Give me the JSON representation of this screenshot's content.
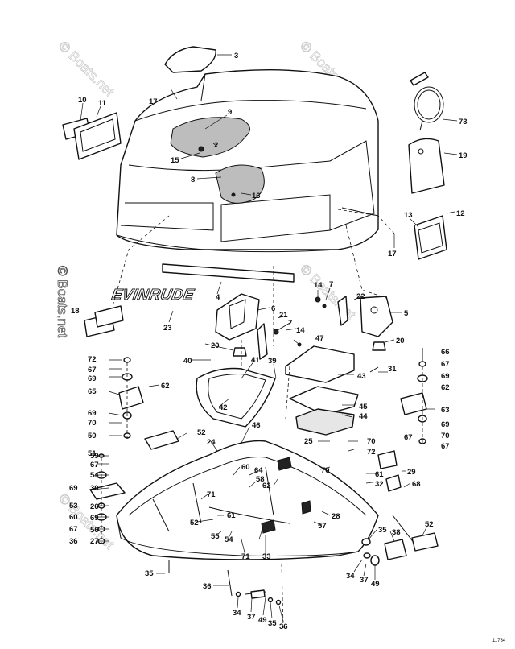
{
  "watermark": "© Boats.net",
  "brand_decal": "EVINRUDE",
  "drawing_code": "11734",
  "callouts": [
    "3",
    "17",
    "10",
    "11",
    "9",
    "2",
    "15",
    "8",
    "16",
    "73",
    "19",
    "13",
    "12",
    "17",
    "14",
    "7",
    "4",
    "22",
    "5",
    "6",
    "21",
    "23",
    "18",
    "7",
    "14",
    "20",
    "47",
    "20",
    "40",
    "39",
    "41",
    "66",
    "72",
    "67",
    "69",
    "62",
    "65",
    "43",
    "31",
    "67",
    "69",
    "62",
    "42",
    "45",
    "44",
    "63",
    "69",
    "70",
    "69",
    "70",
    "67",
    "50",
    "46",
    "25",
    "70",
    "51",
    "52",
    "24",
    "72",
    "59",
    "67",
    "67",
    "54",
    "30",
    "26",
    "69",
    "56",
    "60",
    "61",
    "29",
    "27",
    "64",
    "62",
    "58",
    "32",
    "68",
    "69",
    "53",
    "57",
    "70",
    "71",
    "60",
    "61",
    "28",
    "67",
    "52",
    "55",
    "54",
    "52",
    "36",
    "35",
    "38",
    "71",
    "33",
    "34",
    "37",
    "49",
    "35",
    "36"
  ]
}
